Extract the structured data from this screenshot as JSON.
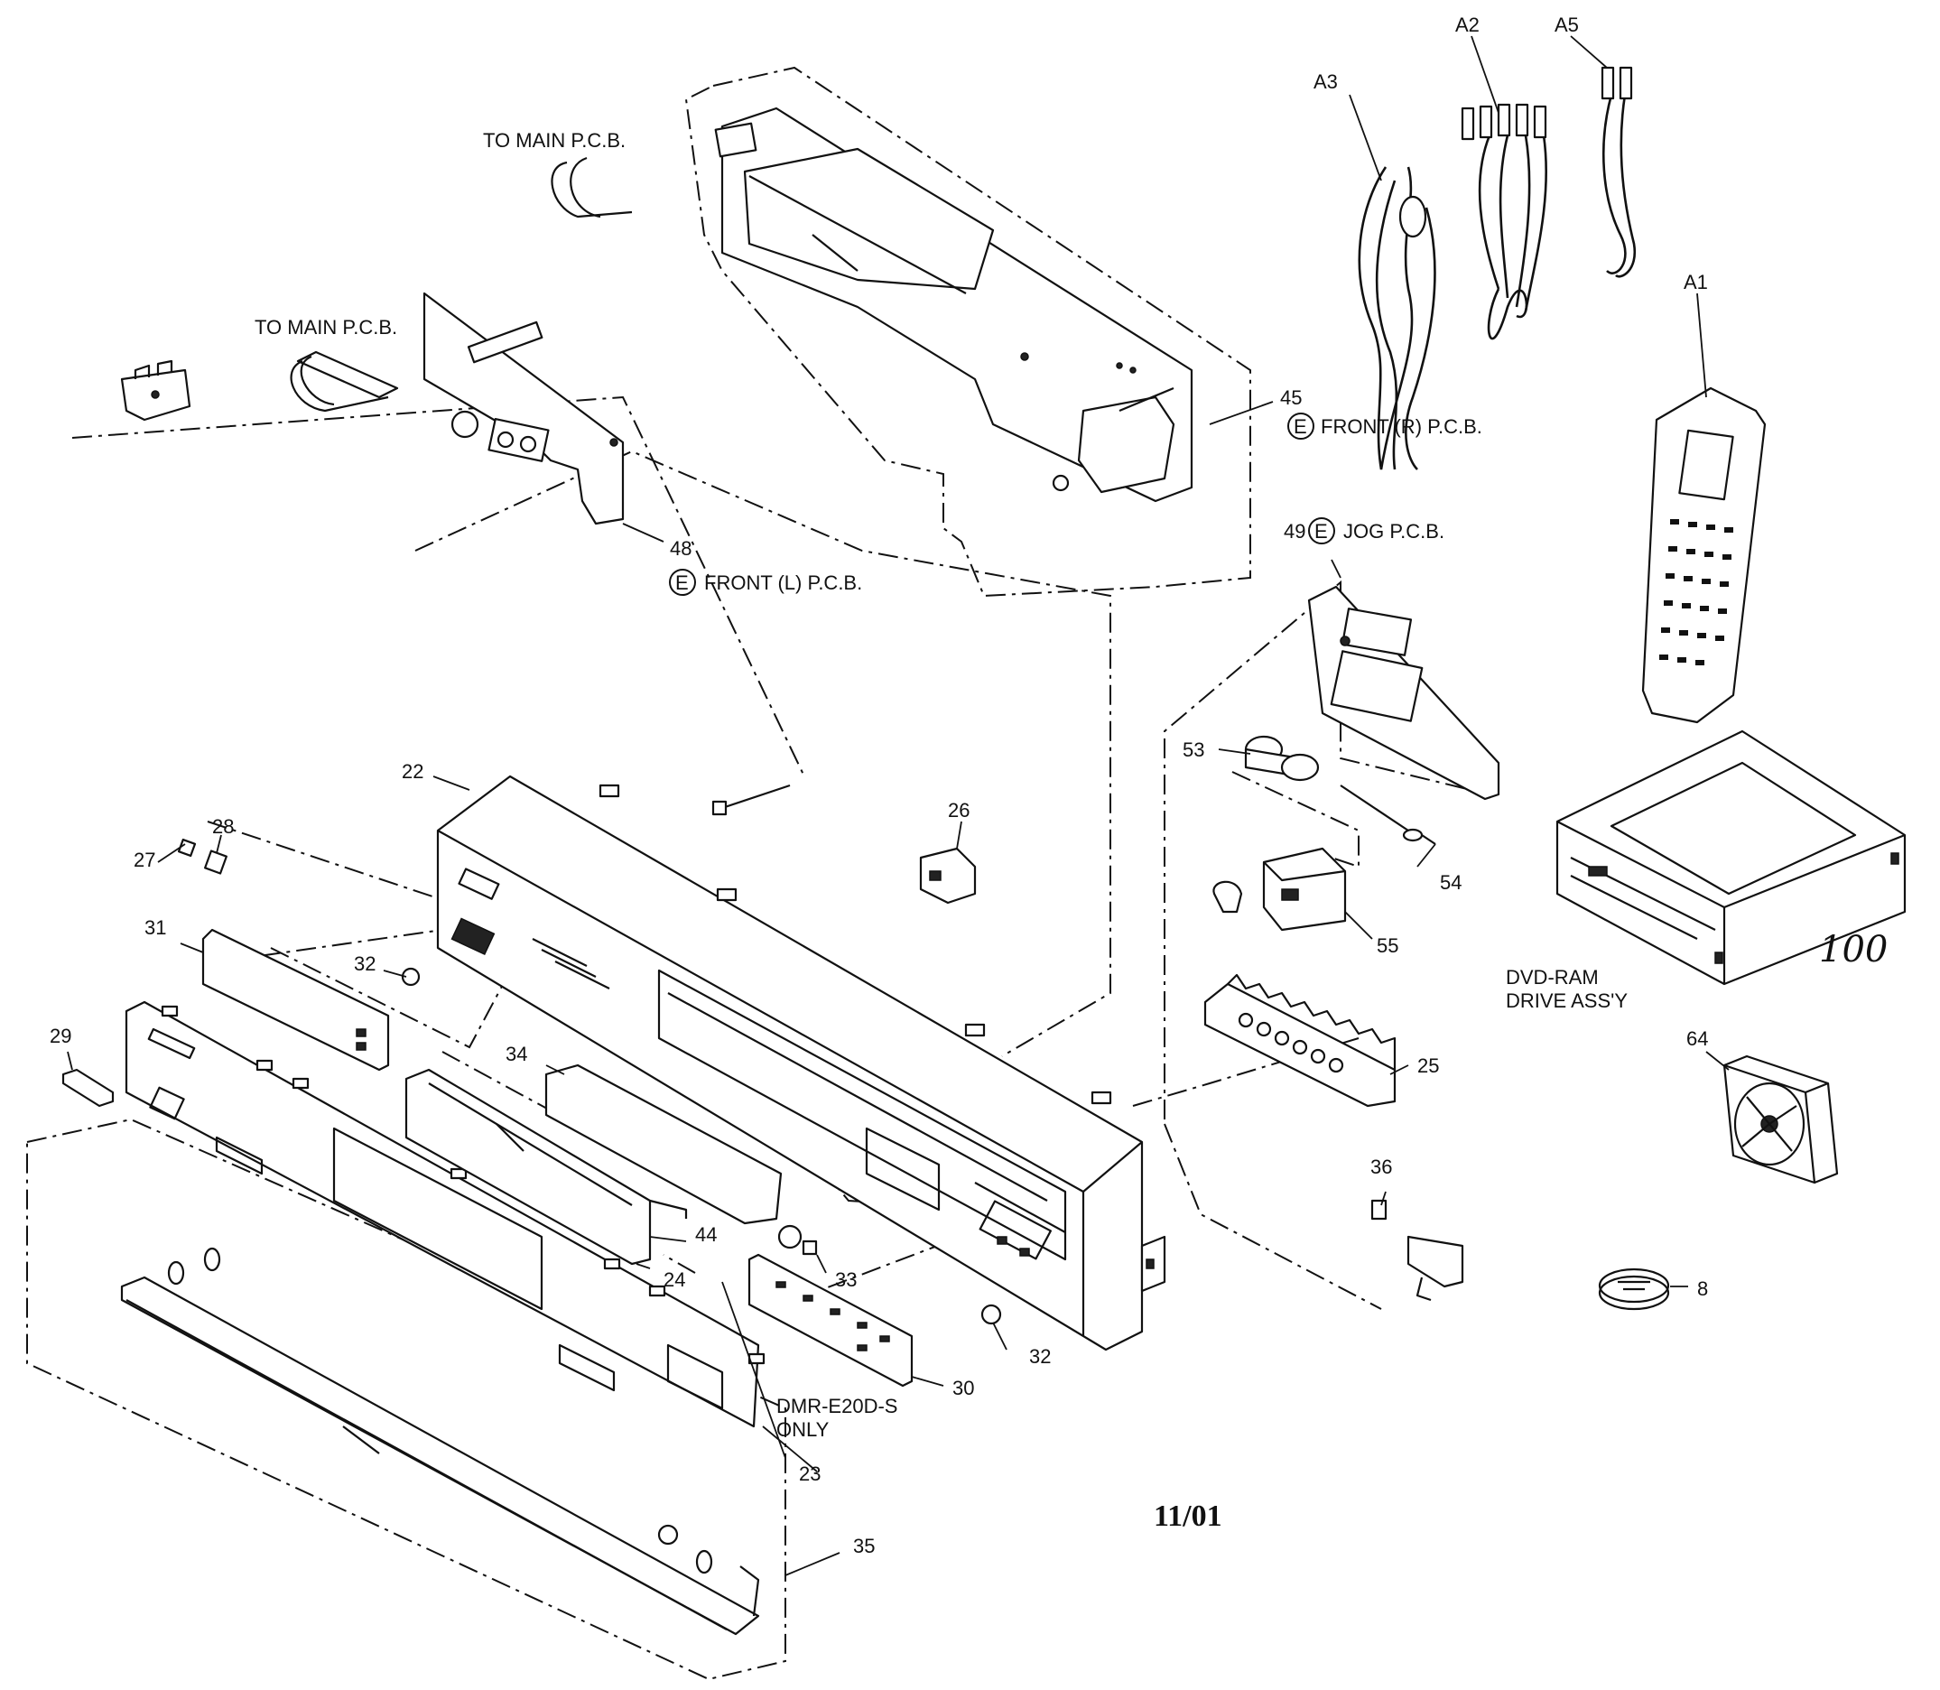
{
  "labels": {
    "to_main_pcb_upper": "TO MAIN P.C.B.",
    "to_main_pcb_left": "TO MAIN P.C.B.",
    "front_r_pcb": "FRONT (R) P.C.B.",
    "front_l_pcb": "FRONT (L) P.C.B.",
    "jog_pcb": "JOG P.C.B.",
    "e_mark": "E",
    "dvd_ram_line1": "DVD-RAM",
    "dvd_ram_line2": "DRIVE ASS'Y",
    "model_note_line1": "DMR-E20D-S",
    "model_note_line2": "ONLY",
    "date": "11/01",
    "handwritten_number": "100"
  },
  "callouts": {
    "A1": "A1",
    "A2": "A2",
    "A3": "A3",
    "A5": "A5",
    "p8": "8",
    "p22": "22",
    "p23": "23",
    "p24": "24",
    "p25": "25",
    "p26": "26",
    "p27": "27",
    "p28": "28",
    "p29": "29",
    "p30": "30",
    "p31": "31",
    "p32a": "32",
    "p32b": "32",
    "p33": "33",
    "p34": "34",
    "p35": "35",
    "p36": "36",
    "p44": "44",
    "p45": "45",
    "p48": "48",
    "p49": "49",
    "p53": "53",
    "p54": "54",
    "p55": "55",
    "p64": "64"
  }
}
